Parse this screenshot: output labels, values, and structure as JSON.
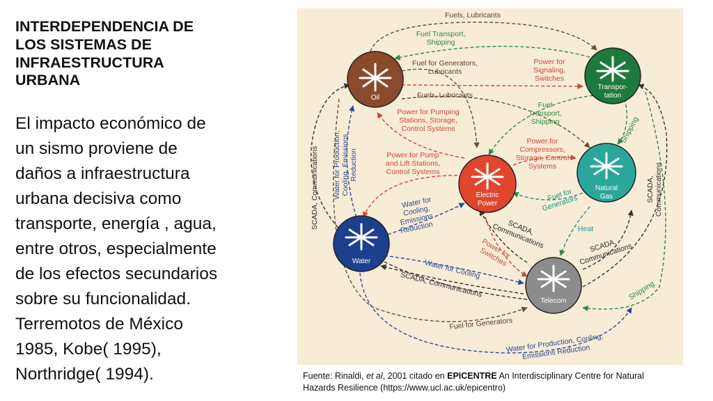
{
  "slide": {
    "title_lines": [
      "INTERDEPENDENCIA DE",
      "LOS SISTEMAS DE",
      "INFRAESTRUCTURA",
      "URBANA"
    ],
    "body_lines": [
      "El impacto económico de",
      "un sismo proviene de",
      "daños  a infraestructura",
      "urbana decisiva como",
      "transporte, energía , agua,",
      "entre otros, especialmente",
      "de los efectos  secundarios",
      "sobre su funcionalidad.",
      "Terremotos de México",
      "1985, Kobe( 1995),",
      "Northridge( 1994)."
    ]
  },
  "caption": {
    "prefix": "Fuente: Rinaldi, ",
    "author_em": "et al",
    "middle": ", 2001 citado en ",
    "org": "EPICENTRE",
    "rest_line1": " An Interdisciplinary Centre for Natural",
    "line2": "Hazards Resilience (https://www.ucl.ac.uk/epicentro)"
  },
  "diagram": {
    "nodes": {
      "oil": "Oil",
      "transportation": [
        "Transpor-",
        "tation"
      ],
      "electric": [
        "Electric",
        "Power"
      ],
      "natural_gas": [
        "Natural",
        "Gas"
      ],
      "water": "Water",
      "telecom": "Telecom"
    },
    "labels": {
      "fuels_lubricants_top": "Fuels, Lubricants",
      "fuel_transport_shipping_top": [
        "Fuel Transport,",
        "Shipping"
      ],
      "fuel_for_generators_lubricants": [
        "Fuel for Generators,",
        "Lubricants"
      ],
      "power_for_signaling": [
        "Power for",
        "Signaling,",
        "Switches"
      ],
      "fuels_lubricants_mid": "Fuels, Lubricants",
      "power_for_pumping": [
        "Power for Pumping",
        "Stations, Storage,",
        "Control Systems"
      ],
      "fuel_transport_shipping_mid": [
        "Fuel",
        "Transport,",
        "Shipping"
      ],
      "power_for_compressors": [
        "Power for",
        "Compressors,",
        "Storage, Control",
        "Systems"
      ],
      "shipping_right": "Shipping",
      "power_for_pump_lift": [
        "Power for Pump",
        "and Lift Stations,",
        "Control Systems"
      ],
      "water_for_production_left": [
        "Water for Production,",
        "Cooling, Emissions",
        "Reduction"
      ],
      "scada_left": "SCADA, Communications",
      "scada_right_vertical": [
        "SCADA,",
        "Communications"
      ],
      "fuel_for_generators_gas": [
        "Fuel for",
        "Generators"
      ],
      "water_for_cooling_emissions": [
        "Water for",
        "Cooling,",
        "Emissions",
        "Reduction"
      ],
      "scada_communications_mid": [
        "SCADA,",
        "Communications"
      ],
      "heat": "Heat",
      "scada_communications_gas": [
        "SCADA,",
        "Communications"
      ],
      "power_for_switches": [
        "Power for",
        "Switches"
      ],
      "water_for_cooling": "Water for Cooling",
      "scada_communications_bottom": "SCADA, Communications",
      "shipping_bottom_right": "Shipping",
      "fuel_for_generators_bottom": "Fuel for Generators",
      "water_for_production_bottom": [
        "Water for Production, Cooling,",
        "Emissions Reduction"
      ]
    },
    "colors": {
      "background": "#f7ecd6",
      "oil": "#8a4a2c",
      "transportation": "#1e7a3a",
      "electric": "#e0452e",
      "natural_gas": "#2aa79a",
      "water": "#1c3f8e",
      "telecom": "#8c8c8c",
      "arrow_red": "#d0453a",
      "arrow_green": "#2e8b3e",
      "arrow_blue": "#2c4a90",
      "arrow_brown": "#6b4a35",
      "arrow_dark": "#333333"
    }
  }
}
